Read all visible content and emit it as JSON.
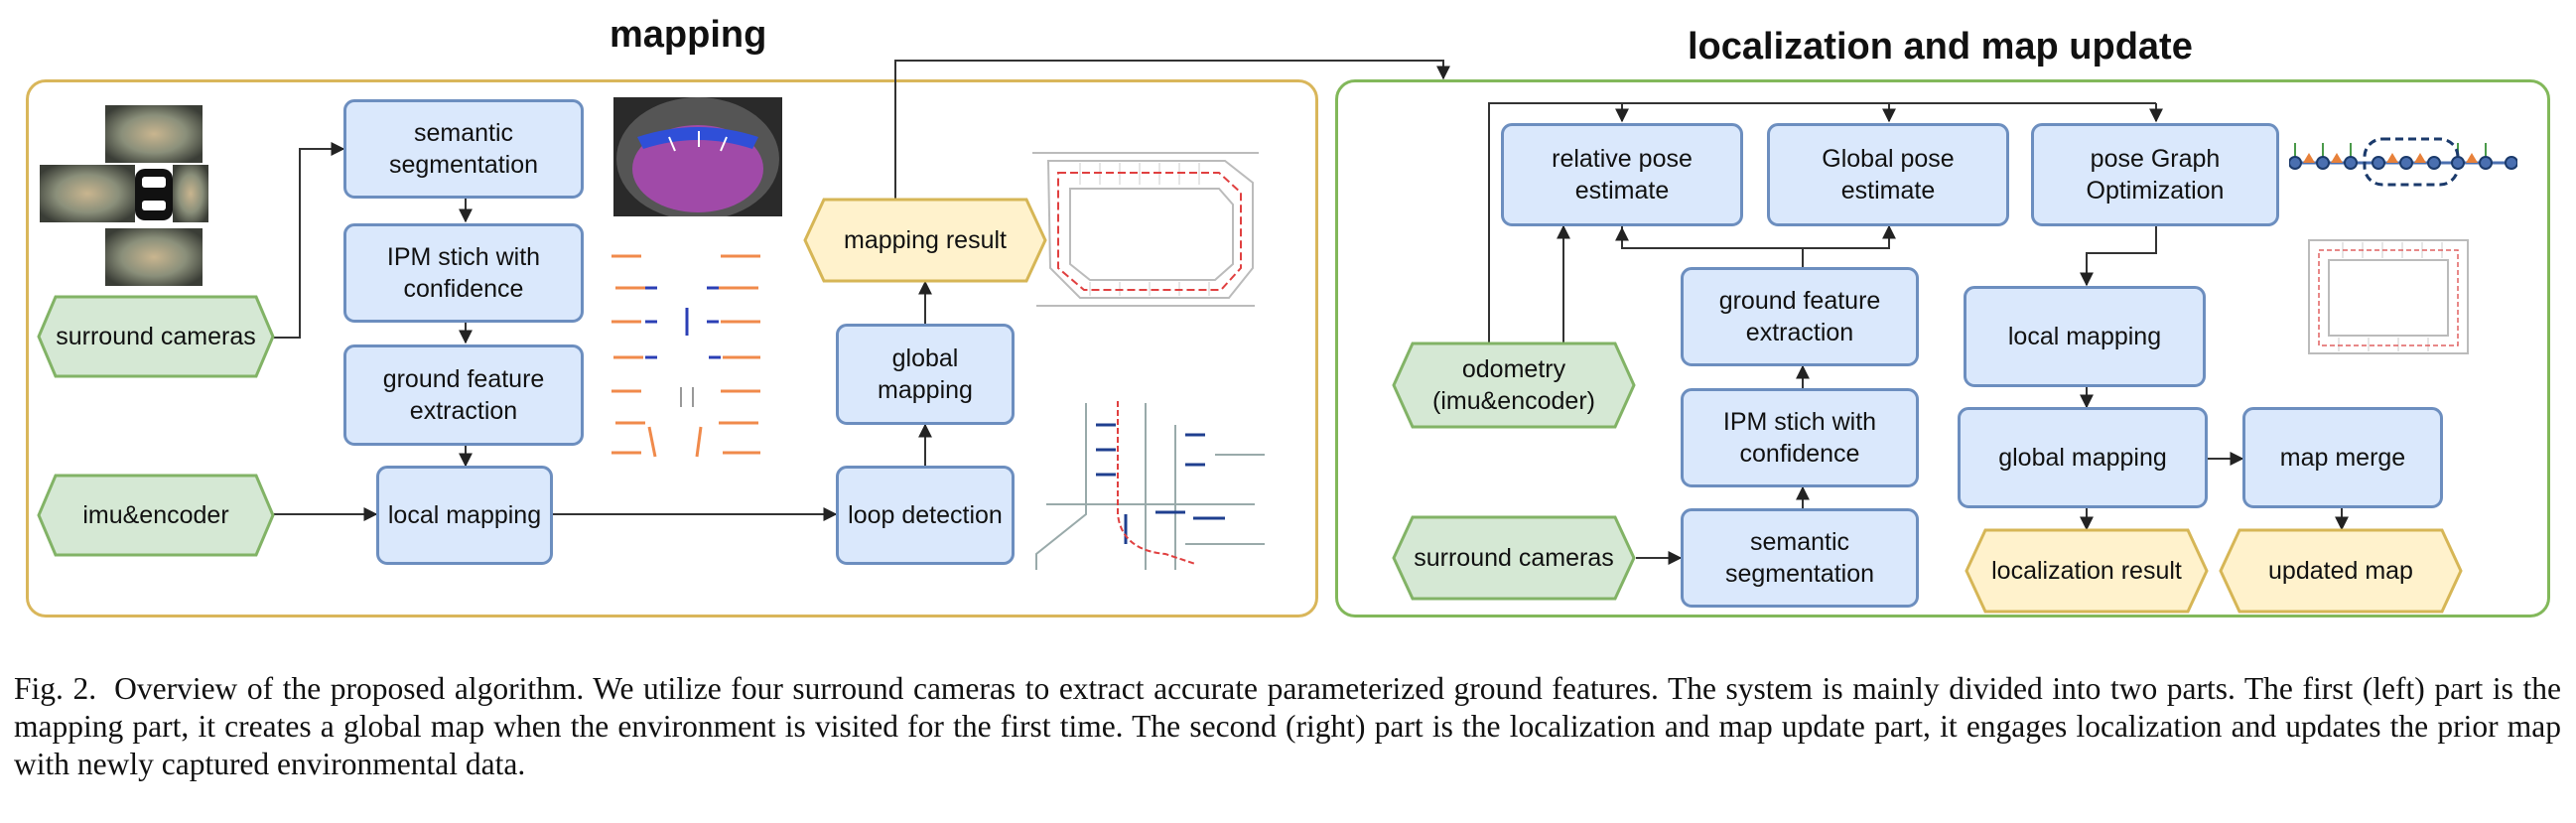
{
  "left_section": {
    "title": "mapping",
    "nodes": {
      "surround_cameras": "surround cameras",
      "imu_encoder": "imu&encoder",
      "semantic_segmentation": "semantic\nsegmentation",
      "ipm_stitch": "IPM stich with\nconfidence",
      "ground_feature": "ground feature\nextraction",
      "local_mapping": "local mapping",
      "loop_detection": "loop detection",
      "global_mapping": "global\nmapping",
      "mapping_result": "mapping result"
    }
  },
  "right_section": {
    "title": "localization and map update",
    "nodes": {
      "relative_pose": "relative pose\nestimate",
      "global_pose": "Global pose\nestimate",
      "pose_graph": "pose Graph\nOptimization",
      "ground_feature": "ground feature\nextraction",
      "ipm_stitch": "IPM stich with\nconfidence",
      "semantic_segmentation": "semantic\nsegmentation",
      "odometry": "odometry\n(imu&encoder)",
      "surround_cameras": "surround cameras",
      "local_mapping": "local mapping",
      "global_mapping": "global mapping",
      "map_merge": "map merge",
      "localization_result": "localization result",
      "updated_map": "updated map"
    }
  },
  "caption": {
    "label": "Fig. 2.",
    "text": "Overview of the proposed algorithm. We utilize four surround cameras to extract accurate parameterized ground features. The system is mainly divided into two parts. The first (left) part is the mapping part, it creates a global map when the environment is visited for the first time. The second (right) part is the localization and map update part, it engages localization and updates the prior map with newly captured environmental data."
  },
  "colors": {
    "process_fill": "#dae8fc",
    "process_stroke": "#6c8ebf",
    "input_fill": "#d5e8d4",
    "input_stroke": "#82b366",
    "output_fill": "#fff2cc",
    "output_stroke": "#d6b656",
    "left_frame": "#d9b65a",
    "right_frame": "#82b85a"
  }
}
